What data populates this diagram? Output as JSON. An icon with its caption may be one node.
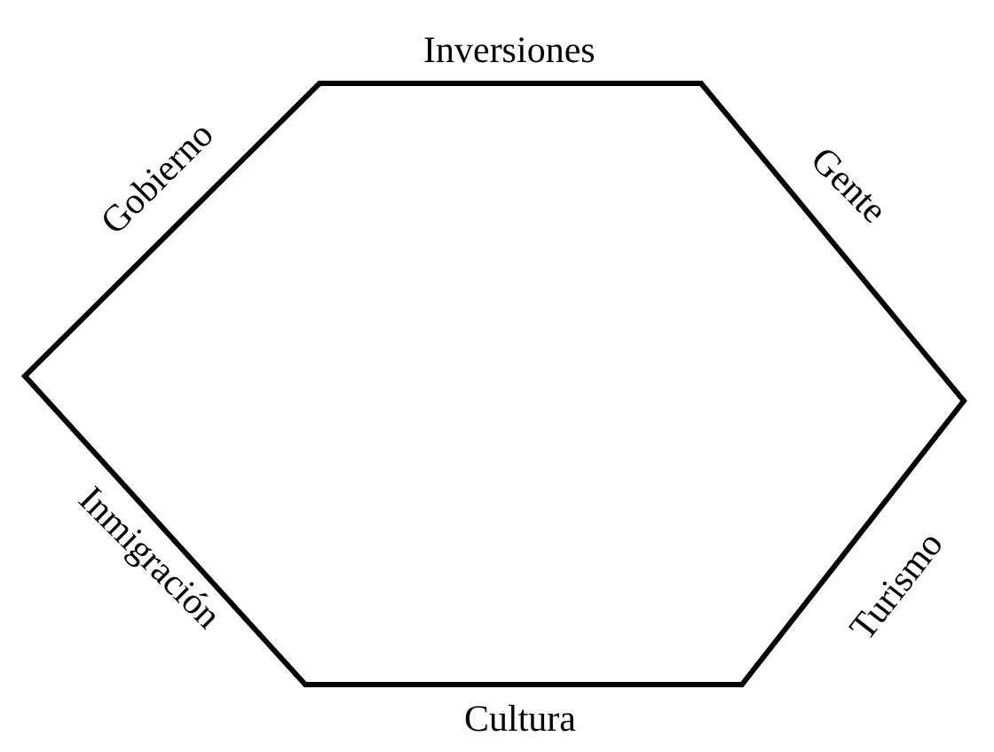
{
  "diagram": {
    "labels": [
      "Inversiones",
      "Gobierno",
      "Gente",
      "Inmigración",
      "Turismo",
      "Cultura"
    ]
  }
}
